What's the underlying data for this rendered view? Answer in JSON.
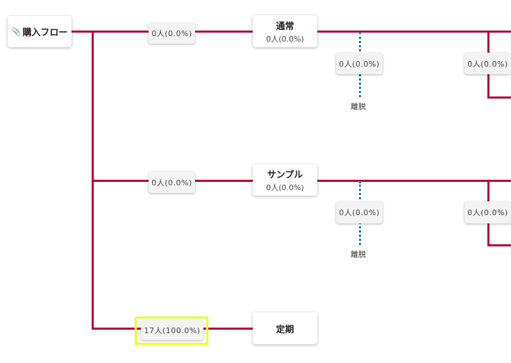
{
  "root": {
    "label": "購入フロー",
    "icon": "paperclip-icon"
  },
  "branches": [
    {
      "chip": "0人(0.0%)",
      "node": "通常",
      "node_sub": "0人(0.0%)",
      "drop_chip": "0人(0.0%)",
      "drop_label": "離脱",
      "next_chip": "0人(0.0%)"
    },
    {
      "chip": "0人(0.0%)",
      "node": "サンプル",
      "node_sub": "0人(0.0%)",
      "drop_chip": "0人(0.0%)",
      "drop_label": "離脱",
      "next_chip": "0人(0.0%)"
    },
    {
      "chip": "17人(100.0%)",
      "node": "定期"
    }
  ],
  "colors": {
    "flow": "#b0003a",
    "dropout": "#1976d2",
    "highlight": "#eaff2a"
  }
}
